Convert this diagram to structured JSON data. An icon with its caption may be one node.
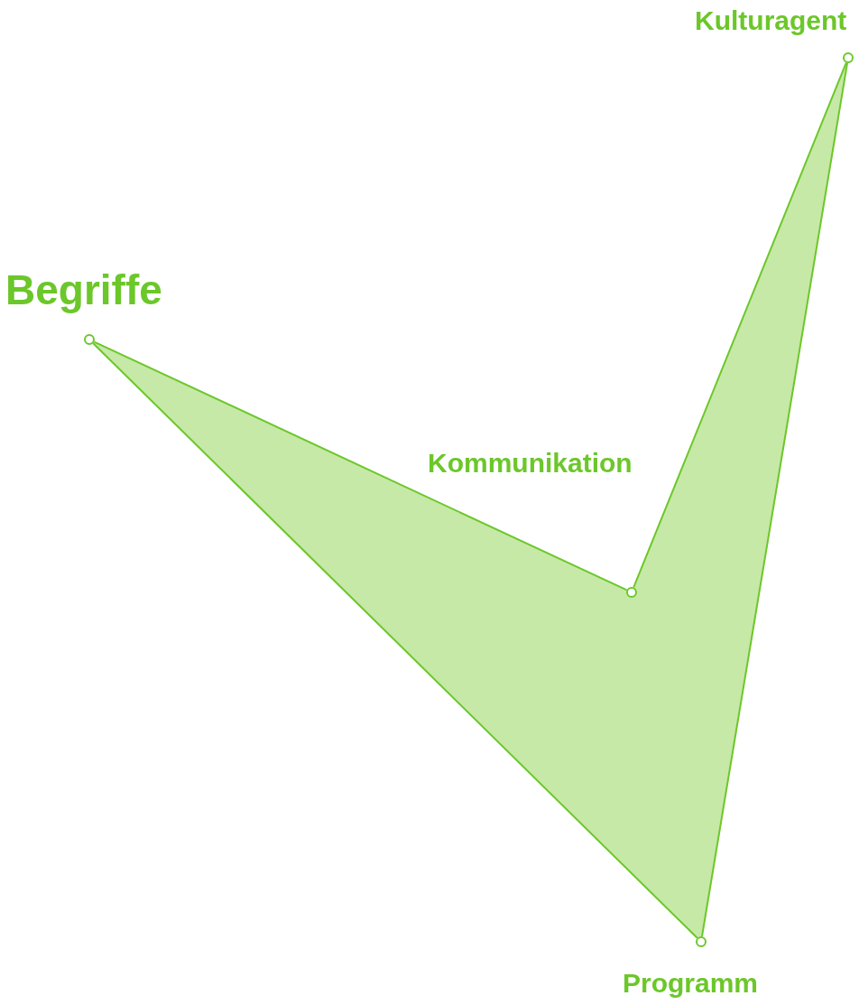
{
  "diagram": {
    "nodes": [
      {
        "text": [],
        "shape": "circle",
        "beside": [
          "Begriffe"
        ]
      },
      {
        "text": [],
        "shape": "circle"
      },
      {
        "text": [],
        "shape": "circle",
        "beside": [
          "Kulturagent"
        ]
      },
      {
        "text": [],
        "shape": "circle",
        "beside": [
          "Programm"
        ]
      }
    ],
    "edges": [
      {
        "from": 0,
        "to": 1,
        "arrow": "none"
      },
      {
        "from": 1,
        "to": 2,
        "arrow": "none"
      },
      {
        "from": 2,
        "to": 3,
        "arrow": "none"
      },
      {
        "from": 3,
        "to": 0,
        "arrow": "none"
      }
    ],
    "labels": [
      "Kommunikation"
    ]
  }
}
